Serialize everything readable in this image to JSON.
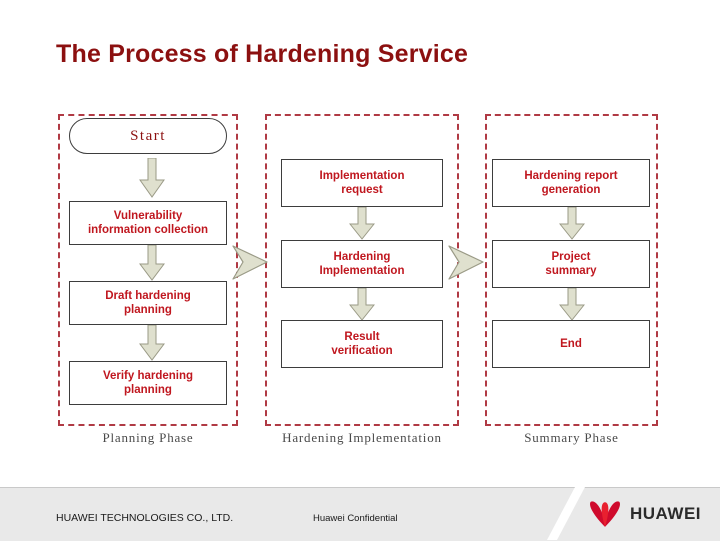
{
  "slide": {
    "title": "The Process of Hardening Service",
    "title_color": "#8c1010"
  },
  "colors": {
    "node_text": "#c0171f",
    "region_border": "#b03a44",
    "arrow_fill": "#dfe0ce",
    "arrow_stroke": "#9a9a86",
    "footer_bg": "#e9e9e9",
    "brand_red": "#cf0a2c"
  },
  "diagram": {
    "phases": [
      {
        "id": "planning",
        "label": "Planning Phase",
        "nodes": [
          {
            "id": "start",
            "text": "Start",
            "shape": "terminator"
          },
          {
            "id": "vulnerability-information-collection",
            "text": "Vulnerability\ninformation collection",
            "shape": "process"
          },
          {
            "id": "draft-hardening-planning",
            "text": "Draft hardening\nplanning",
            "shape": "process"
          },
          {
            "id": "verify-hardening-planning",
            "text": "Verify hardening\nplanning",
            "shape": "process"
          }
        ]
      },
      {
        "id": "hardening-implementation",
        "label": "Hardening Implementation",
        "nodes": [
          {
            "id": "implementation-request",
            "text": "Implementation\nrequest",
            "shape": "process"
          },
          {
            "id": "hardening-implementation",
            "text": "Hardening\nImplementation",
            "shape": "process"
          },
          {
            "id": "result-verification",
            "text": "Result\nverification",
            "shape": "process"
          }
        ]
      },
      {
        "id": "summary",
        "label": "Summary Phase",
        "nodes": [
          {
            "id": "hardening-report-generation",
            "text": "Hardening report\ngeneration",
            "shape": "process"
          },
          {
            "id": "project-summary",
            "text": "Project\nsummary",
            "shape": "process"
          },
          {
            "id": "end",
            "text": "End",
            "shape": "process"
          }
        ]
      }
    ],
    "connectors": {
      "down_arrow_icon": "arrow-down-icon",
      "phase_chevron_icon": "chevron-right-icon"
    }
  },
  "footer": {
    "company": "HUAWEI TECHNOLOGIES CO., LTD.",
    "confidential": "Huawei Confidential",
    "brand_name": "HUAWEI",
    "brand_mark_icon": "huawei-flower-logo-icon"
  }
}
